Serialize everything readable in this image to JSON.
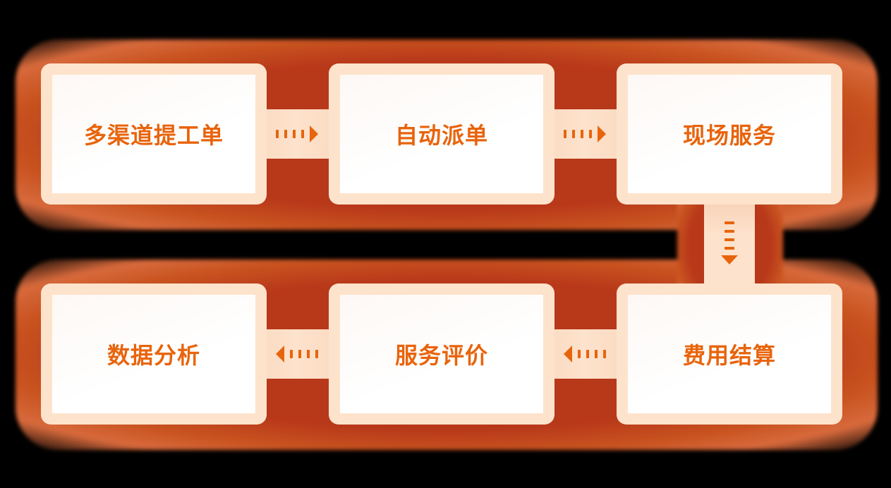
{
  "diagram": {
    "type": "process-flow",
    "colors": {
      "background": "#000000",
      "glow": "#b8381a",
      "card_frame": "#fee3cc",
      "card_inner": "#ffffff",
      "text_accent": "#e8640c",
      "connector": "#fde2cd"
    },
    "steps": [
      {
        "label": "多渠道提工单"
      },
      {
        "label": "自动派单"
      },
      {
        "label": "现场服务"
      },
      {
        "label": "费用结算"
      },
      {
        "label": "服务评价"
      },
      {
        "label": "数据分析"
      }
    ],
    "connectors": [
      {
        "from": "多渠道提工单",
        "to": "自动派单",
        "direction": "right",
        "icon": "dashed-arrow-right-icon"
      },
      {
        "from": "自动派单",
        "to": "现场服务",
        "direction": "right",
        "icon": "dashed-arrow-right-icon"
      },
      {
        "from": "现场服务",
        "to": "费用结算",
        "direction": "down",
        "icon": "dashed-arrow-down-icon"
      },
      {
        "from": "费用结算",
        "to": "服务评价",
        "direction": "left",
        "icon": "dashed-arrow-left-icon"
      },
      {
        "from": "服务评价",
        "to": "数据分析",
        "direction": "left",
        "icon": "dashed-arrow-left-icon"
      }
    ]
  }
}
